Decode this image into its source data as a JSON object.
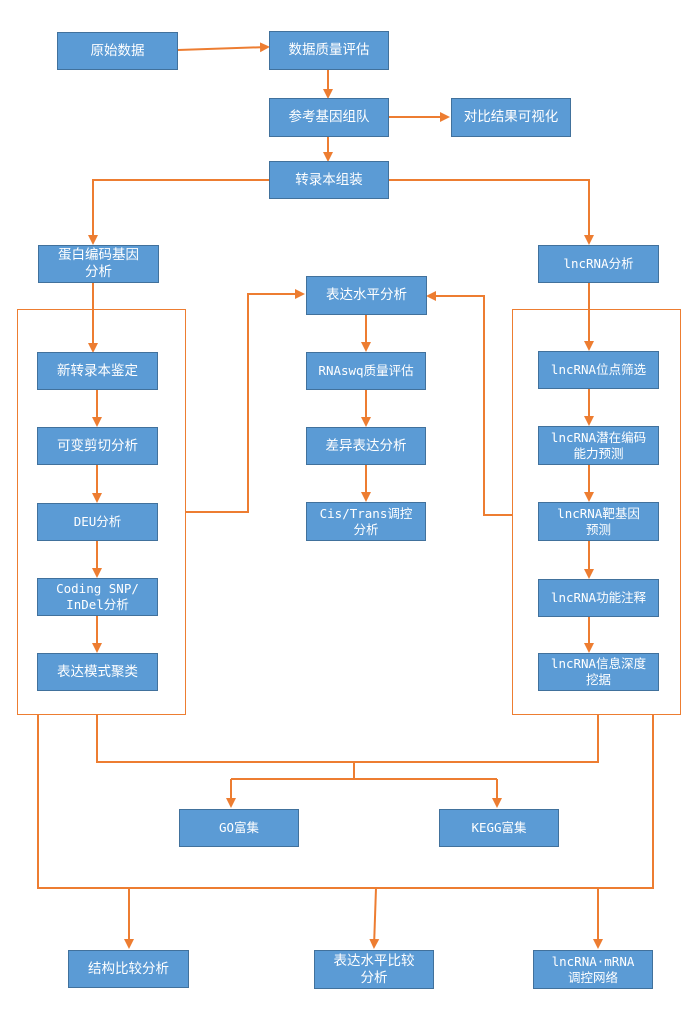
{
  "colors": {
    "box": "#5b9bd5",
    "box_border": "#41719c",
    "arrow": "#ed7d31",
    "text": "#ffffff"
  },
  "nodes": {
    "raw_data": "原始数据",
    "qc": "数据质量评估",
    "ref_align": "参考基因组队",
    "viz": "对比结果可视化",
    "assembly": "转录本组装",
    "protein_coding": "蛋白编码基因\n分析",
    "lncrna_analysis": "lncRNA分析",
    "expr_level": "表达水平分析",
    "novel_transcript": "新转录本鉴定",
    "alt_splicing": "可变剪切分析",
    "deu": "DEU分析",
    "snp_indel": "Coding SNP/\nInDel分析",
    "expr_cluster": "表达模式聚类",
    "rnaseq_qc": "RNAswq质量评估",
    "diff_expr": "差异表达分析",
    "cis_trans": "Cis/Trans调控\n分析",
    "lnc_site": "lncRNA位点筛选",
    "lnc_coding": "lncRNA潜在编码\n能力预测",
    "lnc_target": "lncRNA靶基因\n预测",
    "lnc_func": "lncRNA功能注释",
    "lnc_mining": "lncRNA信息深度\n挖据",
    "go": "GO富集",
    "kegg": "KEGG富集",
    "struct_compare": "结构比较分析",
    "expr_compare": "表达水平比较\n分析",
    "network": "lncRNA·mRNA\n调控网络"
  }
}
